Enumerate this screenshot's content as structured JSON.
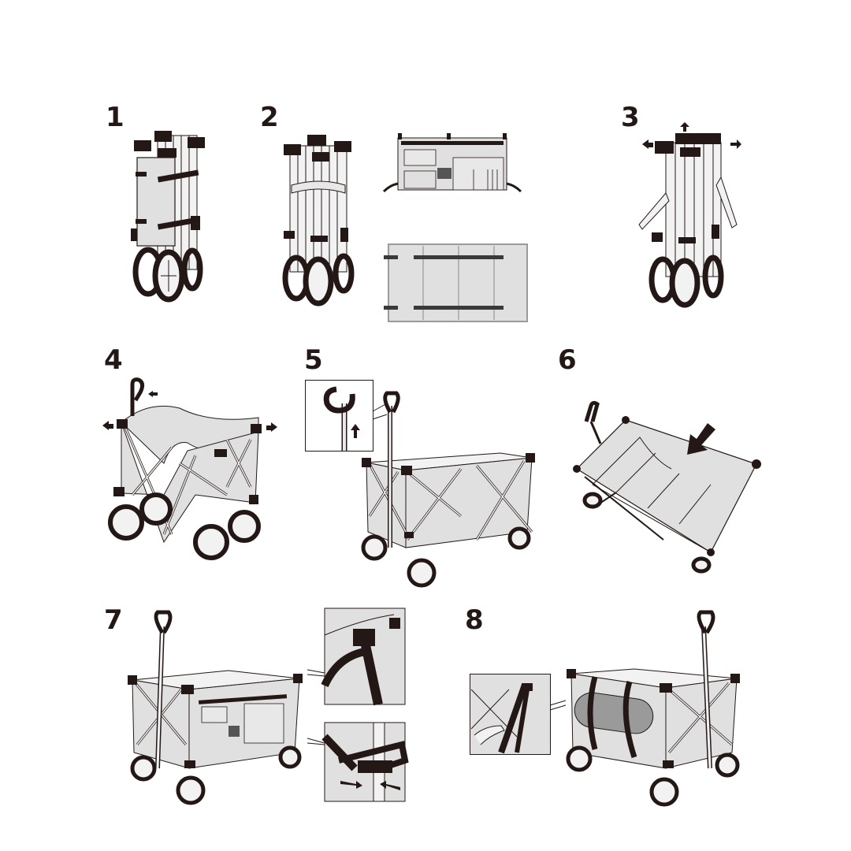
{
  "diagram": {
    "type": "assembly-instructions",
    "subject": "folding utility wagon",
    "colors": {
      "ink": "#231815",
      "fabric": "#e0e0e0",
      "frame": "#f2f2f2",
      "mat": "#9a9a9a",
      "background": "#ffffff"
    },
    "steps": [
      {
        "number": "1",
        "description": "folded wagon secured with straps around bottom panel"
      },
      {
        "number": "2",
        "description": "folded wagon with straps released; side organizer panel and bottom panel with straps shown"
      },
      {
        "number": "3",
        "description": "release straps; arrows indicate pulling corners outward"
      },
      {
        "number": "4",
        "description": "pull wagon frame open; arrows at corners"
      },
      {
        "number": "5",
        "description": "wagon unfolded; inset shows pulling handle upward",
        "inset_arrow": "up-arrow"
      },
      {
        "number": "6",
        "description": "place bottom panel into wagon; arrow pointing down"
      },
      {
        "number": "7",
        "description": "attach side organizer; insets show buckle strap fastening"
      },
      {
        "number": "8",
        "description": "secure rolled mat with straps on side; inset shows tightening strap"
      }
    ]
  }
}
